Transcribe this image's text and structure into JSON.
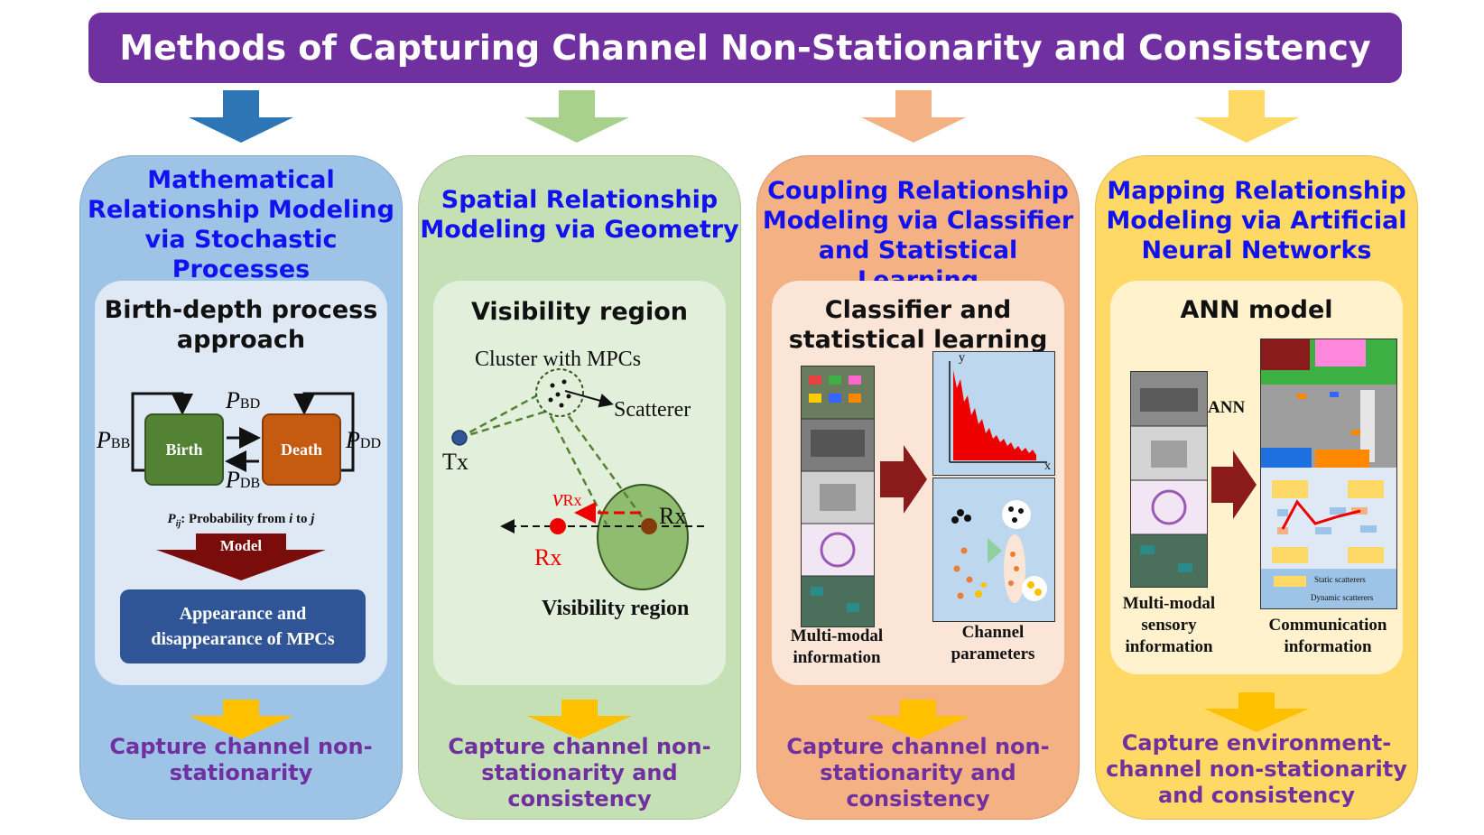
{
  "banner": {
    "title": "Methods of Capturing Channel Non-Stationarity and Consistency"
  },
  "colors": {
    "banner": "#7030a0",
    "panel1": "#9dc3e6",
    "panel2": "#c5e0b4",
    "panel3": "#f4b183",
    "panel4": "#ffd966",
    "title_text": "#1212f0",
    "bottom_text": "#7030a0"
  },
  "panels": [
    {
      "title_lines": [
        "Mathematical",
        "Relationship Modeling",
        "via Stochastic Processes"
      ],
      "inner_title_lines": [
        "Birth-depth process",
        "approach"
      ],
      "bottom_lines": [
        "Capture channel non-",
        "stationarity"
      ]
    },
    {
      "title_lines": [
        "Spatial Relationship",
        "Modeling via Geometry"
      ],
      "inner_title_lines": [
        "Visibility region"
      ],
      "bottom_lines": [
        "Capture channel non-",
        "stationarity and",
        "consistency"
      ]
    },
    {
      "title_lines": [
        "Coupling Relationship",
        "Modeling via Classifier",
        "and Statistical Learning"
      ],
      "inner_title_lines": [
        "Classifier and",
        "statistical learning"
      ],
      "bottom_lines": [
        "Capture channel non-",
        "stationarity and",
        "consistency"
      ]
    },
    {
      "title_lines": [
        "Mapping Relationship",
        "Modeling via Artificial",
        "Neural Networks"
      ],
      "inner_title_lines": [
        "ANN model"
      ],
      "bottom_lines": [
        "Capture environment-",
        "channel non-stationarity",
        "and consistency"
      ]
    }
  ],
  "birth_death": {
    "birth": "Birth",
    "death": "Death",
    "p_bb": "P",
    "p_bb_sub": "BB",
    "p_bd": "P",
    "p_bd_sub": "BD",
    "p_db": "P",
    "p_db_sub": "DB",
    "p_dd": "P",
    "p_dd_sub": "DD",
    "prob_label": "P",
    "prob_label_sub": "ij",
    "prob_text": ": Probability from ",
    "prob_i": "i",
    "prob_to": " to ",
    "prob_j": "j",
    "model": "Model",
    "result_lines": [
      "Appearance and",
      "disappearance of MPCs"
    ]
  },
  "visibility": {
    "cluster": "Cluster with MPCs",
    "scatterer": "Scatterer",
    "tx": "Tx",
    "rx_dark": "Rx",
    "rx_red": "Rx",
    "v_label": "v",
    "v_sub": "Rx",
    "region": "Visibility region"
  },
  "classifier": {
    "axis_y": "y",
    "axis_x": "x",
    "left_caption_lines": [
      "Multi-modal",
      "information"
    ],
    "right_caption_lines": [
      "Channel",
      "parameters"
    ]
  },
  "ann": {
    "label": "ANN",
    "static": "Static scatterers",
    "dynamic": "Dynamic scatterers",
    "left_caption_lines": [
      "Multi-modal",
      "sensory",
      "information"
    ],
    "right_caption_lines": [
      "Communication",
      "information"
    ]
  }
}
